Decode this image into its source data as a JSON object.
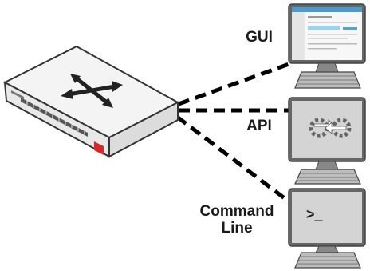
{
  "labels": {
    "gui": "GUI",
    "api": "API",
    "command_line": "Command\nLine",
    "cli_prompt": ">_"
  },
  "colors": {
    "device_body": "#f2f2f2",
    "device_edge": "#333333",
    "monitor_frame": "#555555",
    "monitor_screen": "#d9d9d9",
    "accent_red": "#d8282c",
    "link_dash": "#000000",
    "gui_accent": "#5aaed8"
  },
  "icons": {
    "switch": "crossing-arrows-icon",
    "api": "gears-arrows-icon",
    "cli": "terminal-prompt-icon",
    "brand": "fortinet-logo-icon"
  }
}
